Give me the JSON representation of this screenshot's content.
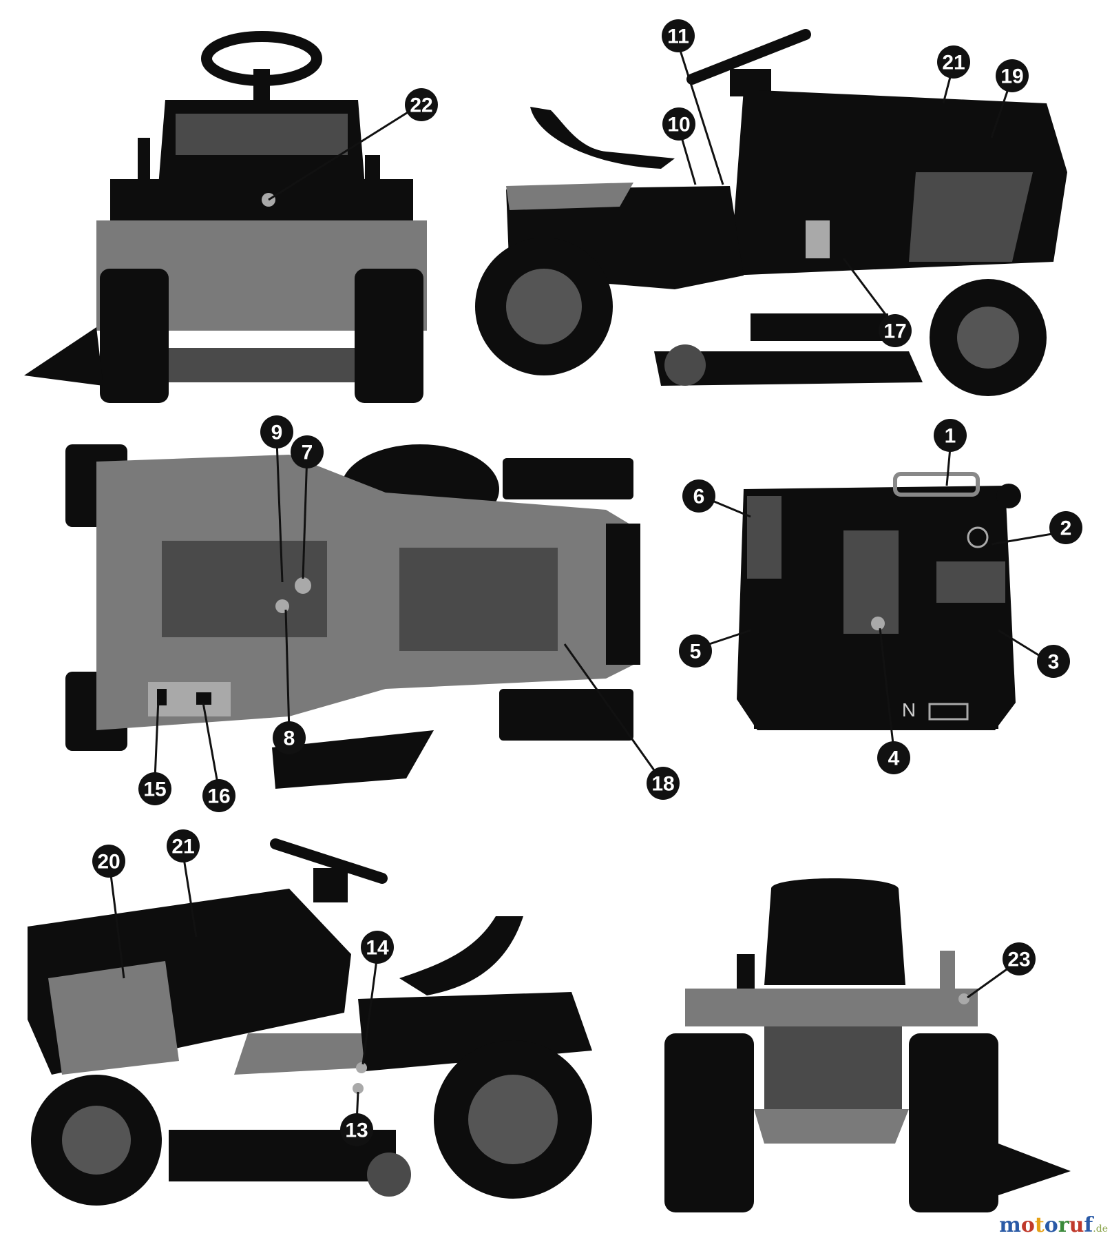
{
  "figure": {
    "views": [
      {
        "name": "front-view",
        "callouts": [
          "22"
        ]
      },
      {
        "name": "right-side-view",
        "callouts": [
          "11",
          "21",
          "19",
          "10",
          "17"
        ]
      },
      {
        "name": "top-view",
        "callouts": [
          "9",
          "7",
          "8",
          "15",
          "16",
          "18"
        ]
      },
      {
        "name": "dashboard-detail",
        "callouts": [
          "1",
          "6",
          "2",
          "5",
          "3",
          "4"
        ],
        "label_text": "N"
      },
      {
        "name": "left-side-view",
        "callouts": [
          "20",
          "21",
          "14",
          "13"
        ]
      },
      {
        "name": "rear-view",
        "callouts": [
          "23"
        ]
      }
    ]
  },
  "callouts": {
    "c1": "1",
    "c2": "2",
    "c3": "3",
    "c4": "4",
    "c5": "5",
    "c6": "6",
    "c7": "7",
    "c8": "8",
    "c9": "9",
    "c10": "10",
    "c11": "11",
    "c13": "13",
    "c14": "14",
    "c15": "15",
    "c16": "16",
    "c17": "17",
    "c18": "18",
    "c19": "19",
    "c20": "20",
    "c21a": "21",
    "c21b": "21",
    "c22": "22",
    "c23": "23"
  },
  "dashboard": {
    "neutral_label": "N"
  },
  "watermark": {
    "brand": "motoruf",
    "suffix": ".de",
    "colors": [
      "#2a5aa6",
      "#c0392b",
      "#e6a117",
      "#2a5aa6",
      "#3a8a3a",
      "#c0392b",
      "#2a5aa6"
    ]
  }
}
